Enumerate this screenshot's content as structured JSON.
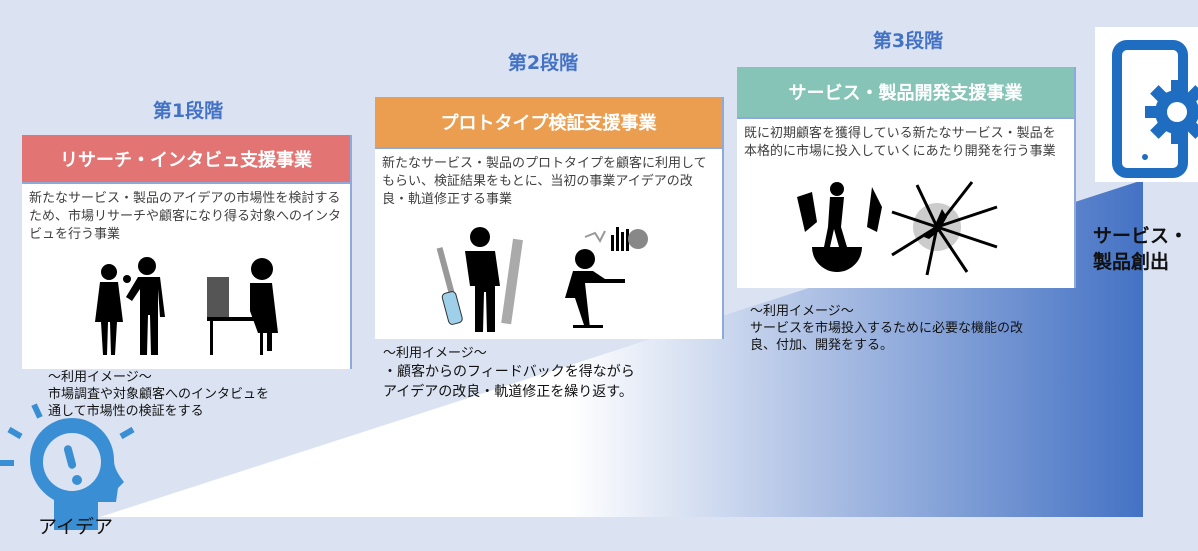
{
  "stages": [
    {
      "stage_label": "第1段階",
      "title": "リサーチ・インタビュ支援事業",
      "description": "新たなサービス・製品のアイデアの市場性を検討するため、市場リサーチや顧客になり得る対象へのインタビュを行う事業",
      "usage_heading": "～利用イメージ～",
      "usage_lines": [
        "市場調査や対象顧客へのインタビュを",
        "通して市場性の検証をする"
      ],
      "color": "#e27574"
    },
    {
      "stage_label": "第2段階",
      "title": "プロトタイプ検証支援事業",
      "description": "新たなサービス・製品のプロトタイプを顧客に利用してもらい、検証結果をもとに、当初の事業アイデアの改良・軌道修正する事業",
      "usage_heading": "～利用イメージ～",
      "usage_lines": [
        "・顧客からのフィードバックを得ながら",
        "アイデアの改良・軌道修正を繰り返す。"
      ],
      "color": "#eb9e50"
    },
    {
      "stage_label": "第3段階",
      "title": "サービス・製品開発支援事業",
      "description": "既に初期顧客を獲得している新たなサービス・製品を本格的に市場に投入していくにあたり開発を行う事業",
      "usage_heading": "～利用イメージ～",
      "usage_lines": [
        "サービスを市場投入するために必要な機能の改",
        "良、付加、開発をする。"
      ],
      "color": "#85c4b7"
    }
  ],
  "start_label": "アイデア",
  "goal_lines": [
    "サービス・",
    "製品創出"
  ],
  "colors": {
    "background": "#dbe3f3",
    "accent": "#4472c4",
    "icon_blue": "#3a8fd4"
  }
}
